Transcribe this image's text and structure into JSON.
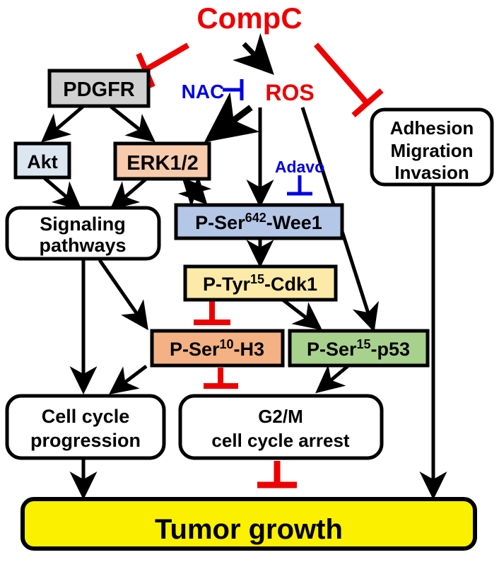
{
  "figure": {
    "type": "signaling-pathway-diagram",
    "title": "CompC signaling pathway leading to tumor growth inhibition"
  },
  "colors": {
    "red": "#ee0000",
    "blue": "#0000e6",
    "black": "#000000",
    "gray_fill": "#d0d0d0",
    "lightblue_fill": "#dce6f1",
    "peach_fill": "#f8cbad",
    "steelblue_fill": "#b4c7e7",
    "yellow_fill": "#fdeaa8",
    "orange_fill": "#f4b183",
    "green_fill": "#a9d18e",
    "white_fill": "#ffffff",
    "bright_yellow_fill": "#fbf000"
  },
  "nodes": {
    "compc": {
      "label": "CompC",
      "kind": "free-text",
      "color": "#ee0000"
    },
    "nac": {
      "label": "NAC",
      "kind": "free-text",
      "color": "#0000e6"
    },
    "ros": {
      "label": "ROS",
      "kind": "free-text",
      "color": "#ee0000"
    },
    "adavo": {
      "label": "Adavo",
      "kind": "free-text",
      "color": "#0000e6"
    },
    "pdgfr": {
      "label": "PDGFR",
      "kind": "rect-box",
      "fill": "#d0d0d0"
    },
    "akt": {
      "label": "Akt",
      "kind": "rect-box",
      "fill": "#dce6f1"
    },
    "erk": {
      "label": "ERK1/2",
      "kind": "rect-box",
      "fill": "#f8cbad"
    },
    "wee1": {
      "label": "P-Ser642-Wee1",
      "prefix": "P-Ser",
      "sup": "642",
      "suffix": "-Wee1",
      "kind": "rect-box",
      "fill": "#b4c7e7"
    },
    "cdk1": {
      "label": "P-Tyr15-Cdk1",
      "prefix": "P-Tyr",
      "sup": "15",
      "suffix": "-Cdk1",
      "kind": "rect-box",
      "fill": "#fdeaa8"
    },
    "h3": {
      "label": "P-Ser10-H3",
      "prefix": "P-Ser",
      "sup": "10",
      "suffix": "-H3",
      "kind": "rect-box",
      "fill": "#f4b183"
    },
    "p53": {
      "label": "P-Ser15-p53",
      "prefix": "P-Ser",
      "sup": "15",
      "suffix": "-p53",
      "kind": "rect-box",
      "fill": "#a9d18e"
    },
    "signaling": {
      "line1": "Signaling",
      "line2": "pathways",
      "kind": "rounded-box",
      "fill": "#ffffff"
    },
    "adhesion": {
      "line1": "Adhesion",
      "line2": "Migration",
      "line3": "Invasion",
      "kind": "rounded-box",
      "fill": "#ffffff"
    },
    "progression": {
      "line1": "Cell cycle",
      "line2": "progression",
      "kind": "rounded-box",
      "fill": "#ffffff"
    },
    "arrest": {
      "line1": "G2/M",
      "line2": "cell cycle arrest",
      "kind": "rounded-box",
      "fill": "#ffffff"
    },
    "tumor": {
      "label": "Tumor growth",
      "kind": "rounded-box",
      "fill": "#fbf000"
    }
  },
  "edges": [
    {
      "from": "compc",
      "to": "pdgfr",
      "type": "inhibition",
      "color": "#ee0000"
    },
    {
      "from": "compc",
      "to": "ros",
      "type": "activation",
      "color": "#000000"
    },
    {
      "from": "compc",
      "to": "adhesion",
      "type": "inhibition",
      "color": "#ee0000"
    },
    {
      "from": "nac",
      "to": "ros",
      "type": "inhibition",
      "color": "#0000e6"
    },
    {
      "from": "ros",
      "to": "erk",
      "type": "activation",
      "color": "#000000"
    },
    {
      "from": "ros",
      "to": "wee1",
      "type": "activation",
      "color": "#000000"
    },
    {
      "from": "ros",
      "to": "p53",
      "type": "activation",
      "color": "#000000"
    },
    {
      "from": "adavo",
      "to": "wee1",
      "type": "inhibition",
      "color": "#0000e6"
    },
    {
      "from": "pdgfr",
      "to": "akt",
      "type": "activation",
      "color": "#000000"
    },
    {
      "from": "pdgfr",
      "to": "erk",
      "type": "activation",
      "color": "#000000"
    },
    {
      "from": "akt",
      "to": "signaling",
      "type": "activation",
      "color": "#000000"
    },
    {
      "from": "erk",
      "to": "signaling",
      "type": "activation",
      "color": "#000000"
    },
    {
      "from": "erk",
      "to": "wee1",
      "type": "bidirectional",
      "color": "#000000"
    },
    {
      "from": "wee1",
      "to": "cdk1",
      "type": "activation",
      "color": "#000000"
    },
    {
      "from": "cdk1",
      "to": "h3",
      "type": "inhibition",
      "color": "#ee0000"
    },
    {
      "from": "cdk1",
      "to": "p53",
      "type": "activation",
      "color": "#000000"
    },
    {
      "from": "signaling",
      "to": "progression",
      "type": "activation",
      "color": "#000000"
    },
    {
      "from": "signaling",
      "to": "h3",
      "type": "activation",
      "color": "#000000"
    },
    {
      "from": "h3",
      "to": "progression",
      "type": "activation",
      "color": "#000000"
    },
    {
      "from": "h3",
      "to": "arrest",
      "type": "inhibition",
      "color": "#ee0000"
    },
    {
      "from": "p53",
      "to": "arrest",
      "type": "activation",
      "color": "#000000"
    },
    {
      "from": "progression",
      "to": "tumor",
      "type": "activation",
      "color": "#000000"
    },
    {
      "from": "arrest",
      "to": "tumor",
      "type": "inhibition",
      "color": "#ee0000"
    },
    {
      "from": "adhesion",
      "to": "tumor",
      "type": "activation",
      "color": "#000000"
    }
  ]
}
